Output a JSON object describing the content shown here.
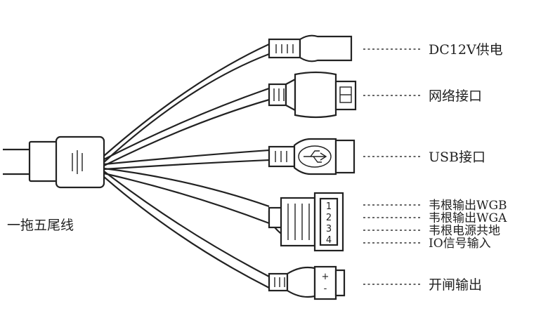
{
  "cable_title": "一拖五尾线",
  "connectors": [
    {
      "id": "dc",
      "label": "DC12V供电"
    },
    {
      "id": "rj45",
      "label": "网络接口"
    },
    {
      "id": "usb",
      "label": "USB接口"
    },
    {
      "id": "wiegand",
      "labels": [
        "韦根输出WGB",
        "韦根输出WGA",
        "韦根电源共地",
        "IO信号输入"
      ],
      "pins": [
        "1",
        "2",
        "3",
        "4"
      ]
    },
    {
      "id": "door",
      "label": "开闸输出",
      "polarity": [
        "+",
        "-"
      ]
    }
  ]
}
